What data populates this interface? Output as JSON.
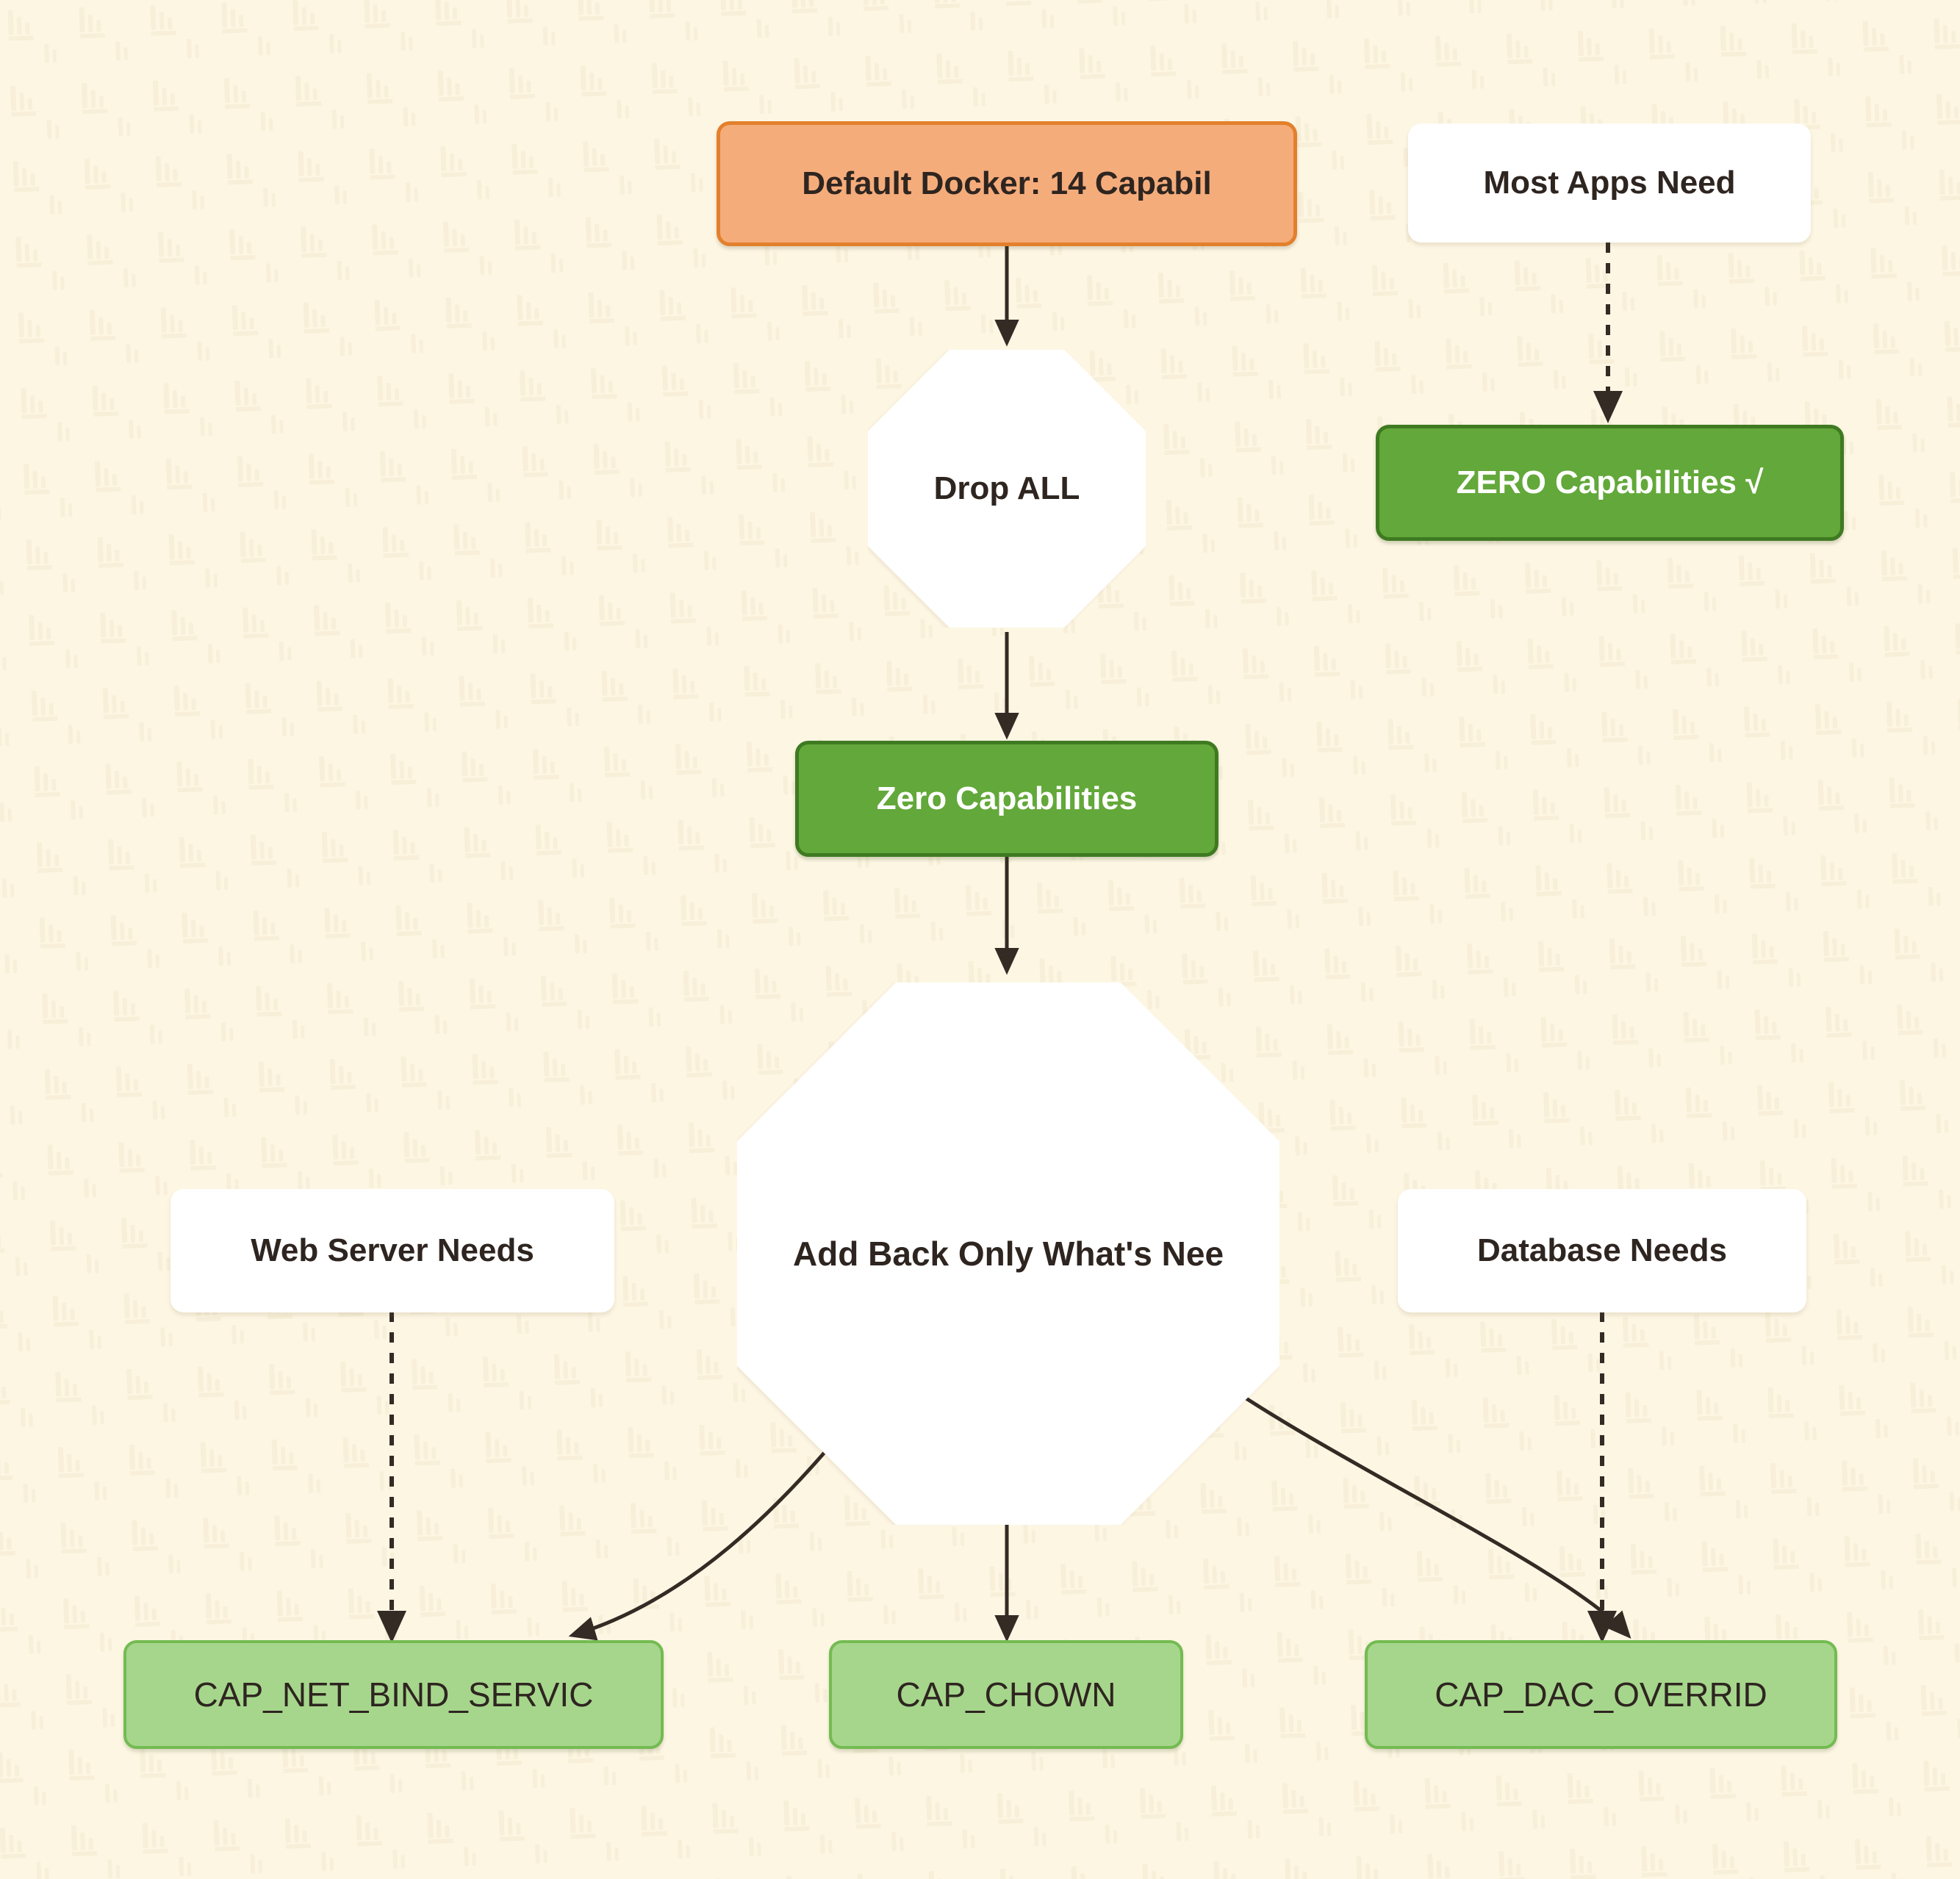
{
  "diagram": {
    "type": "flowchart",
    "title": "",
    "background_color": "#fdf6e3",
    "edge_color": "#332b24",
    "nodes": [
      {
        "id": "default-docker",
        "label": "Default Docker: 14 Capabil",
        "shape": "rounded-rect",
        "fill": "#f5ac7b",
        "stroke": "#e3802c",
        "text_color": "#2e2520",
        "text_clipped": true
      },
      {
        "id": "most-apps-need",
        "label": "Most Apps Need",
        "shape": "rounded-rect",
        "fill": "#ffffff",
        "stroke": "none",
        "text_color": "#2e2520",
        "text_clipped": false
      },
      {
        "id": "drop-all",
        "label": "Drop ALL",
        "shape": "diamond",
        "fill": "#ffffff",
        "stroke": "none",
        "text_color": "#2e2520",
        "text_clipped": false
      },
      {
        "id": "zero-capabilities-check",
        "label": "ZERO Capabilities √",
        "shape": "rounded-rect",
        "fill": "#63a83a",
        "stroke": "#3f7a22",
        "text_color": "#ffffff",
        "text_clipped": false
      },
      {
        "id": "zero-capabilities",
        "label": "Zero Capabilities",
        "shape": "rounded-rect",
        "fill": "#63a83a",
        "stroke": "#3f7a22",
        "text_color": "#ffffff",
        "text_clipped": false
      },
      {
        "id": "web-server-needs",
        "label": "Web Server Needs",
        "shape": "rounded-rect",
        "fill": "#ffffff",
        "stroke": "none",
        "text_color": "#2e2520",
        "text_clipped": false
      },
      {
        "id": "add-back-only",
        "label": "Add Back Only What's Nee",
        "shape": "diamond",
        "fill": "#ffffff",
        "stroke": "none",
        "text_color": "#2e2520",
        "text_clipped": true
      },
      {
        "id": "database-needs",
        "label": "Database Needs",
        "shape": "rounded-rect",
        "fill": "#ffffff",
        "stroke": "none",
        "text_color": "#2e2520",
        "text_clipped": false
      },
      {
        "id": "cap-net-bind-service",
        "label": "CAP_NET_BIND_SERVIC",
        "shape": "rounded-rect",
        "fill": "#a6d68c",
        "stroke": "#74bb52",
        "text_color": "#2e2520",
        "text_clipped": true
      },
      {
        "id": "cap-chown",
        "label": "CAP_CHOWN",
        "shape": "rounded-rect",
        "fill": "#a6d68c",
        "stroke": "#74bb52",
        "text_color": "#2e2520",
        "text_clipped": true
      },
      {
        "id": "cap-dac-override",
        "label": "CAP_DAC_OVERRID",
        "shape": "rounded-rect",
        "fill": "#a6d68c",
        "stroke": "#74bb52",
        "text_color": "#2e2520",
        "text_clipped": true
      }
    ],
    "edges": [
      {
        "from": "default-docker",
        "to": "drop-all",
        "style": "solid",
        "arrow": true,
        "label": ""
      },
      {
        "from": "drop-all",
        "to": "zero-capabilities",
        "style": "solid",
        "arrow": true,
        "label": ""
      },
      {
        "from": "most-apps-need",
        "to": "zero-capabilities-check",
        "style": "dashed",
        "arrow": true,
        "label": ""
      },
      {
        "from": "zero-capabilities",
        "to": "add-back-only",
        "style": "solid",
        "arrow": true,
        "label": ""
      },
      {
        "from": "add-back-only",
        "to": "cap-net-bind-service",
        "style": "solid-curved",
        "arrow": true,
        "label": ""
      },
      {
        "from": "add-back-only",
        "to": "cap-chown",
        "style": "solid",
        "arrow": true,
        "label": ""
      },
      {
        "from": "add-back-only",
        "to": "cap-dac-override",
        "style": "solid-curved",
        "arrow": true,
        "label": ""
      },
      {
        "from": "web-server-needs",
        "to": "cap-net-bind-service",
        "style": "dashed",
        "arrow": true,
        "label": ""
      },
      {
        "from": "database-needs",
        "to": "cap-dac-override",
        "style": "dashed",
        "arrow": true,
        "label": ""
      }
    ]
  }
}
